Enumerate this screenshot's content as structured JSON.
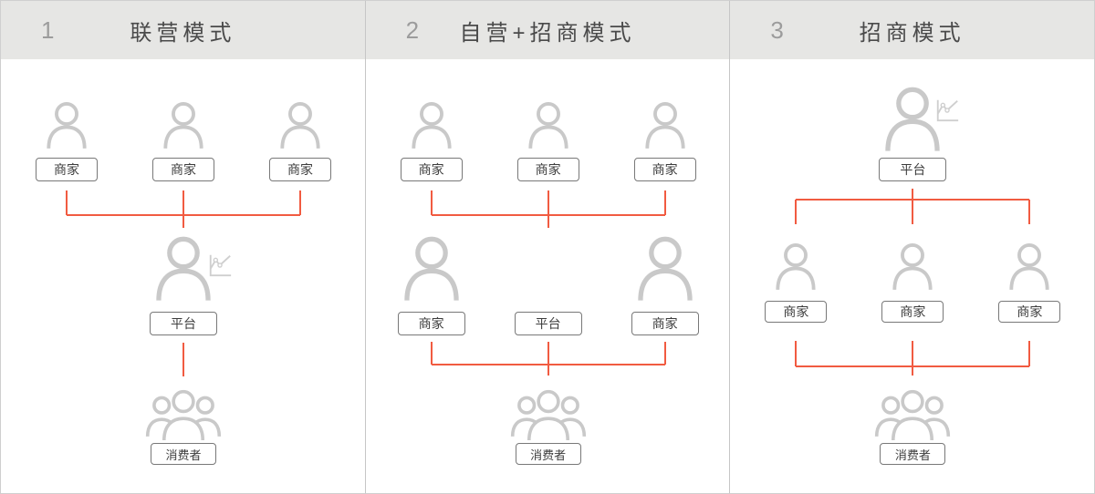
{
  "panels": [
    {
      "number": "1",
      "title": "联营模式",
      "top_merchants": [
        {
          "label": "商家"
        },
        {
          "label": "商家"
        },
        {
          "label": "商家"
        }
      ],
      "platform": {
        "label": "平台"
      },
      "consumers": {
        "label": "消费者"
      }
    },
    {
      "number": "2",
      "title": "自营+招商模式",
      "top_merchants": [
        {
          "label": "商家"
        },
        {
          "label": "商家"
        },
        {
          "label": "商家"
        }
      ],
      "middle_row": {
        "left_merchant": {
          "label": "商家"
        },
        "platform": {
          "label": "平台"
        },
        "right_merchant": {
          "label": "商家"
        }
      },
      "consumers": {
        "label": "消费者"
      }
    },
    {
      "number": "3",
      "title": "招商模式",
      "platform": {
        "label": "平台"
      },
      "merchants": [
        {
          "label": "商家"
        },
        {
          "label": "商家"
        },
        {
          "label": "商家"
        }
      ],
      "consumers": {
        "label": "消费者"
      }
    }
  ],
  "icons": {
    "person": "person-outline-icon",
    "people_group": "people-group-icon",
    "chart": "line-chart-icon"
  },
  "colors": {
    "header_background": "#e6e6e4",
    "panel_background": "#ffffff",
    "divider": "#c6c6c6",
    "outer_border": "#cfcfcf",
    "icon_gray": "#c9c9c9",
    "box_border": "#787878",
    "box_text": "#3d3d3d",
    "header_number": "#9c9c9c",
    "header_title": "#4a4a4a",
    "connector_red": "#f15b41"
  }
}
